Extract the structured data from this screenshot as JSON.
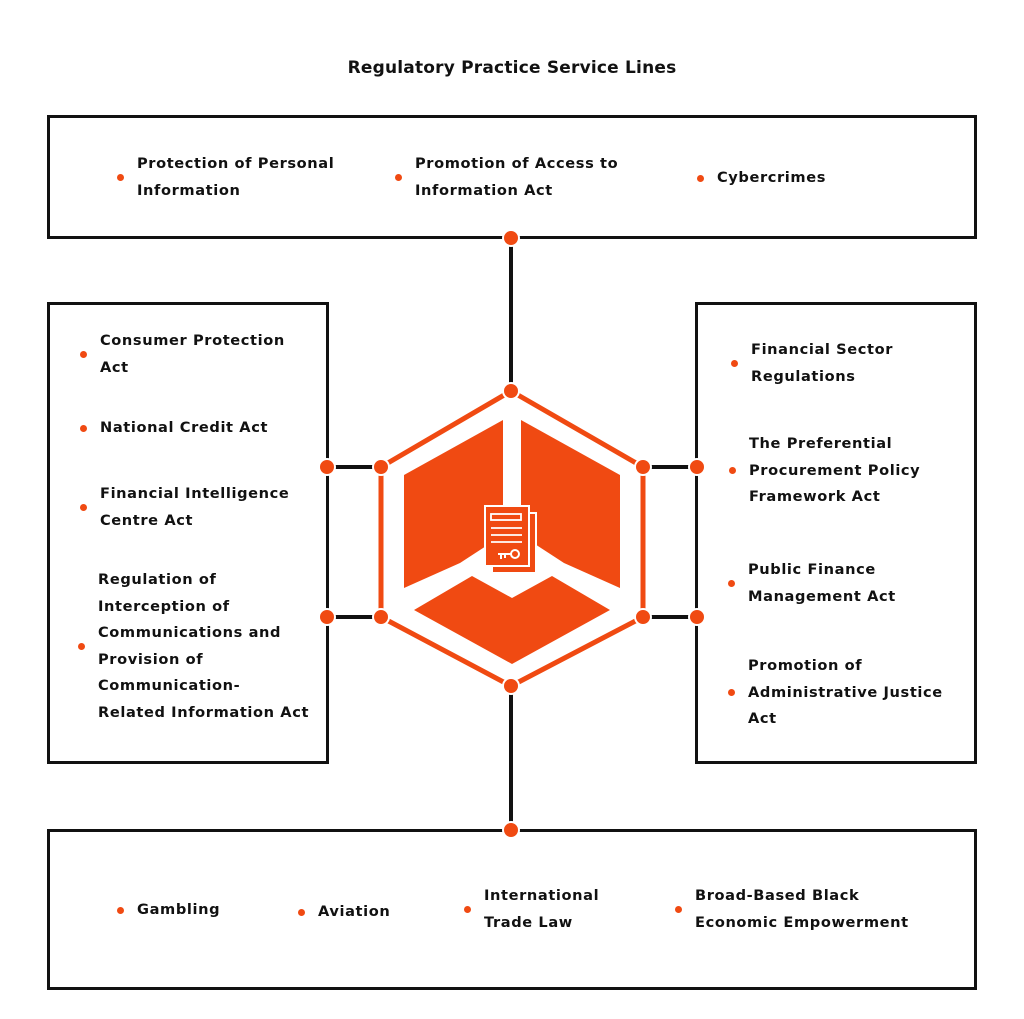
{
  "title": "Regulatory Practice Service Lines",
  "colors": {
    "accent": "#f04a12",
    "line": "#111111",
    "background": "#ffffff"
  },
  "center_icon": "document-key-icon",
  "groups": {
    "top": [
      "Protection of Personal\nInformation",
      "Promotion of Access to\nInformation Act",
      "Cybercrimes"
    ],
    "left": [
      "Consumer Protection\nAct",
      "National Credit Act",
      "Financial Intelligence\nCentre Act",
      "Regulation of\nInterception of\nCommunications and\nProvision of\nCommunication-\nRelated Information Act"
    ],
    "right": [
      "Financial Sector\nRegulations",
      "The Preferential\nProcurement Policy\nFramework Act",
      "Public Finance\nManagement Act",
      "Promotion of\nAdministrative Justice\nAct"
    ],
    "bottom": [
      "Gambling",
      "Aviation",
      "International\nTrade Law",
      "Broad-Based Black\nEconomic Empowerment"
    ]
  }
}
